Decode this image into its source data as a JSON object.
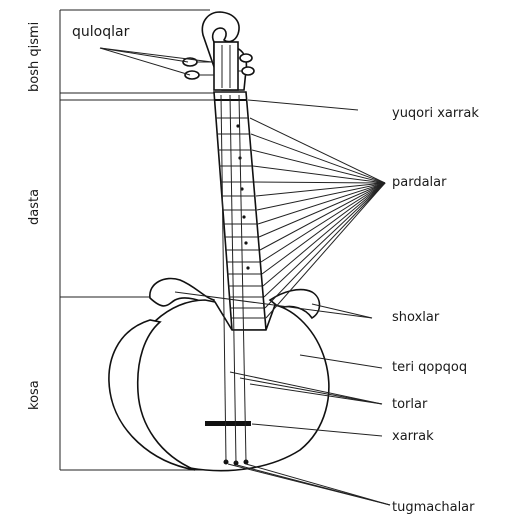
{
  "labels": {
    "tuning_pegs": "quloqlar",
    "upper_nut": "yuqori xarrak",
    "frets": "pardalar",
    "horns": "shoxlar",
    "skin_top": "teri qopqoq",
    "strings": "torlar",
    "bridge": "xarrak",
    "buttons": "tugmachalar"
  },
  "sections": {
    "head": "bosh qismi",
    "neck": "dasta",
    "body": "kosa"
  }
}
